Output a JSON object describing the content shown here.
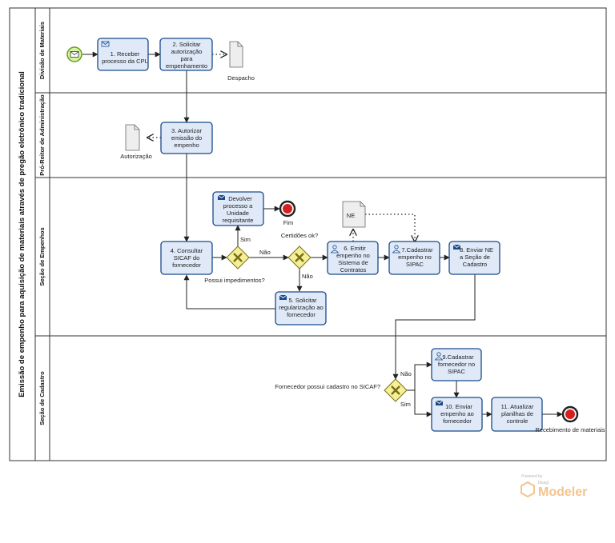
{
  "pool": {
    "title": "Emissão de empenho para aquisição de materiais através de pregão eletrônico tradicional"
  },
  "lanes": {
    "divisao": "Divisão de Materiais",
    "pro_reitor": "Pró-Reitor de Administração",
    "secao_empenhos": "Seção de Empenhos",
    "secao_cadastro": "Seção de Cadastro"
  },
  "tasks": {
    "t1": [
      "1. Receber",
      "processo da CPL"
    ],
    "t2": [
      "2. Solicitar",
      "autorização",
      "para",
      "empenhamento"
    ],
    "t3": [
      "3. Autorizar",
      "emissão do",
      "empenho"
    ],
    "t4": [
      "4. Consultar",
      "SICAF do",
      "fornecedor"
    ],
    "t_devolver": [
      "Devolver",
      "processo a",
      "Unidade",
      "requisitante"
    ],
    "t5": [
      "5. Solicitar",
      "regularização ao",
      "fornecedor"
    ],
    "t6": [
      "6. Emitir",
      "empenho no",
      "Sistema de",
      "Contratos"
    ],
    "t7": [
      "7.Cadastrar",
      "empenho no",
      "SIPAC"
    ],
    "t8": [
      "8. Enviar NE",
      "a Seção de",
      "Cadastro"
    ],
    "t9": [
      "9.Cadastrar",
      "fornecedor no",
      "SIPAC"
    ],
    "t10": [
      "10. Enviar",
      "empenho ao",
      "fornecedor"
    ],
    "t11": [
      "11. Atualizar",
      "planilhas de",
      "controle"
    ]
  },
  "documents": {
    "despacho": "Despacho",
    "autorizacao": "Autorização",
    "ne": "NE"
  },
  "gateways": {
    "g1": "Possui impedimentos?",
    "g2": "Certidões ok?",
    "g3": "Fornecedor possui cadastro no SICAF?"
  },
  "flow_labels": {
    "sim1": "Sim",
    "nao1": "Não",
    "nao2": "Não",
    "nao3": "Não",
    "sim3": "Sim"
  },
  "events": {
    "fim": "Fim",
    "recebimento": "Recebimento de materiais"
  },
  "watermark": {
    "powered": "Powered by",
    "brand": "bizagi",
    "product": "Modeler"
  },
  "colors": {
    "task_fill": "#dfe9f7",
    "task_stroke": "#1a4a8a",
    "start_fill": "#d7f5a2",
    "start_stroke": "#6a9a1e",
    "end_fill": "#d42020",
    "gateway_fill": "#f4f099",
    "gateway_stroke": "#7a6f10"
  }
}
